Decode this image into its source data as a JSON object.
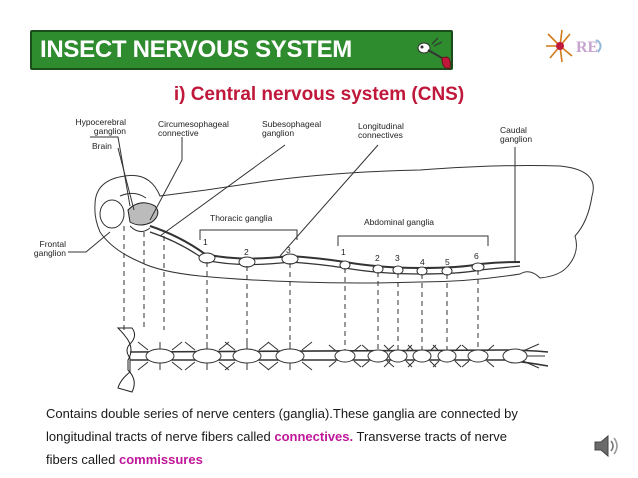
{
  "header": {
    "title": "INSECT NERVOUS SYSTEM",
    "subtitle": "i) Central nervous system (CNS)",
    "accent_color": "#2e8b2e",
    "subtitle_color": "#c0183a"
  },
  "diagram": {
    "labels": {
      "hypocerebral": "Hypocerebral",
      "hypocerebral2": "ganglion",
      "brain": "Brain",
      "circum": "Circumesophageal",
      "circum2": "connective",
      "subeso": "Subesophageal",
      "subeso2": "ganglion",
      "longi": "Longitudinal",
      "longi2": "connectives",
      "caudal": "Caudal",
      "caudal2": "ganglion",
      "thoracic": "Thoracic ganglia",
      "abdominal": "Abdominal ganglia",
      "frontal": "Frontal",
      "frontal2": "ganglion"
    },
    "thoracic_numbers": [
      "1",
      "2",
      "3"
    ],
    "abdominal_numbers": [
      "1",
      "2",
      "3",
      "4",
      "5",
      "6"
    ]
  },
  "caption": {
    "line1": "Contains double series of nerve centers (ganglia).These ganglia are connected by",
    "line2a": "longitudinal tracts of nerve fibers called ",
    "connectives": "connectives.",
    "line2b": " Transverse tracts of nerve",
    "line3a": "fibers called ",
    "commissures": "commissures",
    "highlight_color": "#c0179a"
  },
  "icons": {
    "title_decoration": "bug-icon",
    "logo": "logo-icon",
    "audio": "speaker-icon"
  }
}
